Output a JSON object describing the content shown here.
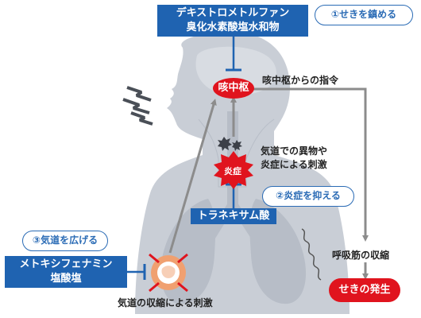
{
  "drugs": {
    "dextromethorphan": "デキストロメトルファン\n臭化水素酸塩水和物",
    "tranexamic": "トラネキサム酸",
    "methylephedrine": "メトキシフェナミン\n塩酸塩"
  },
  "effects": {
    "cough": "①せきを鎮める",
    "inflammation": "②炎症を抑える",
    "airway": "③気道を広げる"
  },
  "nodes": {
    "cough_center": "咳中枢",
    "inflammation": "炎症",
    "cough_onset": "せきの発生"
  },
  "labels": {
    "command": "咳中枢からの指令",
    "foreign_body": "気道での異物や\n炎症による刺激",
    "respiratory_muscle": "呼吸筋の収縮",
    "airway_stimulus": "気道の収縮による刺激"
  },
  "colors": {
    "drug_box": "#1f63b1",
    "body": "#c9ced6",
    "red": "#e0141e",
    "arrow": "#8c8c8c"
  }
}
